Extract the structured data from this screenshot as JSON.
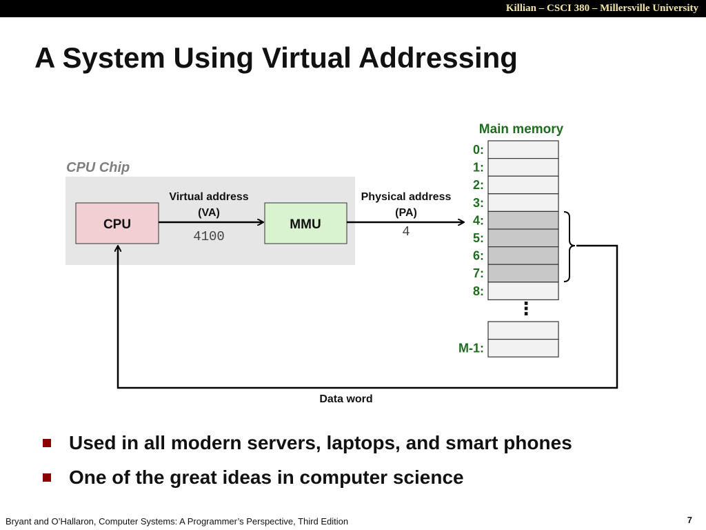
{
  "header": {
    "course": "Killian – CSCI 380 – Millersville University"
  },
  "title": "A System Using Virtual Addressing",
  "diagram": {
    "cpu_chip_label": "CPU Chip",
    "cpu_label": "CPU",
    "mmu_label": "MMU",
    "virtual_address_line1": "Virtual address",
    "virtual_address_line2": "(VA)",
    "virtual_address_value": "4100",
    "physical_address_line1": "Physical address",
    "physical_address_line2": "(PA)",
    "physical_address_value": "4",
    "main_memory_label": "Main memory",
    "memory_rows": [
      "0:",
      "1:",
      "2:",
      "3:",
      "4:",
      "5:",
      "6:",
      "7:",
      "8:"
    ],
    "memory_last_rows": [
      "",
      "M-1:"
    ],
    "ellipsis": "⋮",
    "data_word_label": "Data word",
    "highlighted_rows": [
      4,
      5,
      6,
      7
    ],
    "colors": {
      "chip_bg": "#e6e6e6",
      "cpu_fill": "#f2cfd3",
      "mmu_fill": "#d9f2d0",
      "memory_label_color": "#1f6b1f",
      "cell_fill": "#f2f2f2",
      "cell_highlight": "#c8c8c8"
    }
  },
  "bullets": [
    "Used in all modern servers, laptops, and smart phones",
    "One of the great ideas in computer science"
  ],
  "footer": {
    "citation": "Bryant and O’Hallaron, Computer Systems: A Programmer’s Perspective, Third Edition",
    "page_number": "7"
  }
}
